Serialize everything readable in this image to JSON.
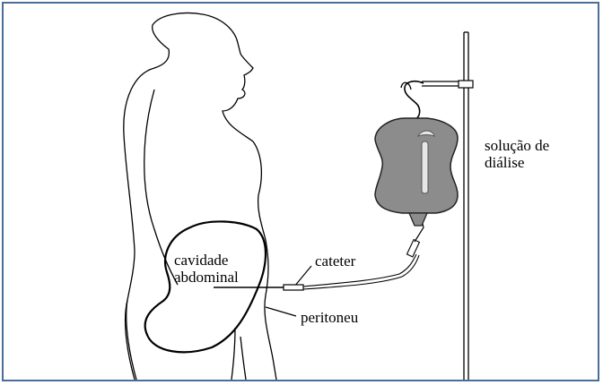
{
  "labels": {
    "cavity_line1": "cavidade",
    "cavity_line2": "abdominal",
    "catheter": "cateter",
    "peritoneum": "peritoneu",
    "solution_line1": "solução de",
    "solution_line2": "diálise"
  },
  "colors": {
    "frame": "#4a6d9a",
    "outline": "#000000",
    "bag_fill": "#8c8c8c",
    "bag_highlight": "#e6e6e6"
  }
}
